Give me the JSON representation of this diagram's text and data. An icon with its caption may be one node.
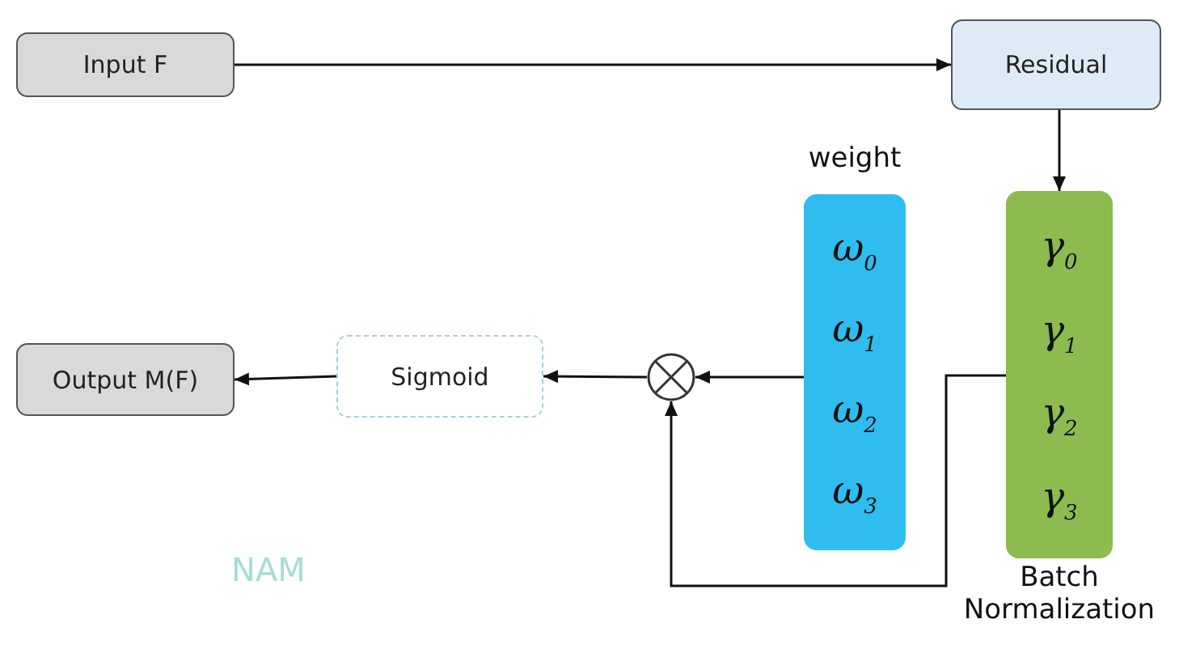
{
  "diagram": {
    "nodes": [
      {
        "text": [
          "Input F"
        ]
      },
      {
        "text": [
          "Residual"
        ]
      },
      {
        "text": [
          "weight",
          "ω$_{0}$",
          "ω$_{1}$",
          "ω$_{2}$",
          "ω$_{3}$"
        ]
      },
      {
        "text": [
          "γ$_{0}$",
          "γ$_{1}$",
          "γ$_{2}$",
          "γ$_{3}$",
          "Batch Normalization"
        ]
      },
      {
        "text": [],
        "shape": "circle"
      },
      {
        "text": [
          "Sigmoid"
        ]
      },
      {
        "text": [
          "Output M(F)"
        ]
      }
    ],
    "edges": [
      {
        "from": 0,
        "to": 1,
        "arrow": "to"
      },
      {
        "from": 1,
        "to": 3,
        "arrow": "to"
      },
      {
        "from": 2,
        "to": 4,
        "arrow": "to"
      },
      {
        "from": 3,
        "to": 4,
        "arrow": "to"
      },
      {
        "from": 4,
        "to": 5,
        "arrow": "to"
      },
      {
        "from": 5,
        "to": 6,
        "arrow": "to"
      }
    ],
    "labels": [
      "NAM"
    ]
  }
}
